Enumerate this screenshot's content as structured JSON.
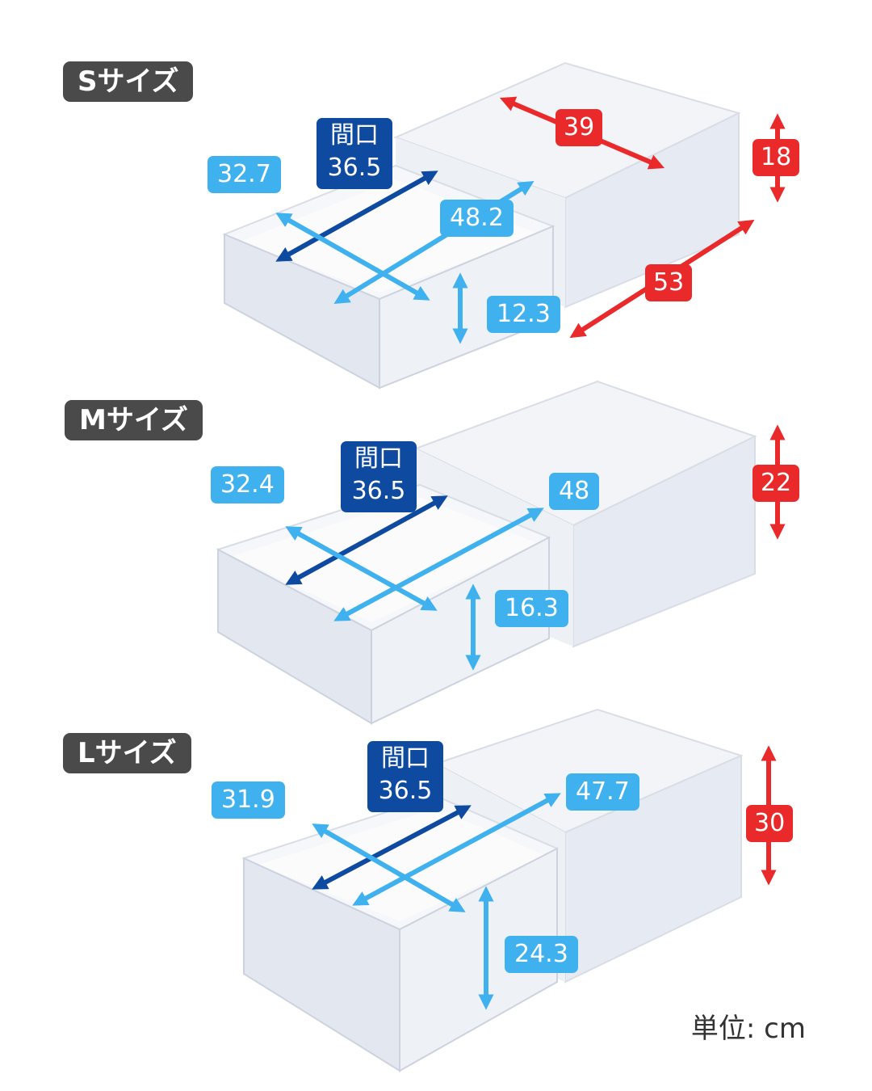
{
  "colors": {
    "dark_label": "#4a4a4a",
    "inner_dims": "#3fb1ef",
    "opening": "#0d4aa0",
    "outer_dims": "#ea2a2a"
  },
  "unit_label": "単位: cm",
  "sizes": [
    {
      "label": "Sサイズ",
      "opening": {
        "title": "間口",
        "value": "36.5"
      },
      "inner_width": "32.7",
      "inner_depth": "48.2",
      "inner_height": "12.3",
      "outer_width": "39",
      "outer_depth": "53",
      "outer_height": "18"
    },
    {
      "label": "Mサイズ",
      "opening": {
        "title": "間口",
        "value": "36.5"
      },
      "inner_width": "32.4",
      "inner_depth": "48",
      "inner_height": "16.3",
      "outer_height": "22"
    },
    {
      "label": "Lサイズ",
      "opening": {
        "title": "間口",
        "value": "36.5"
      },
      "inner_width": "31.9",
      "inner_depth": "47.7",
      "inner_height": "24.3",
      "outer_height": "30"
    }
  ]
}
